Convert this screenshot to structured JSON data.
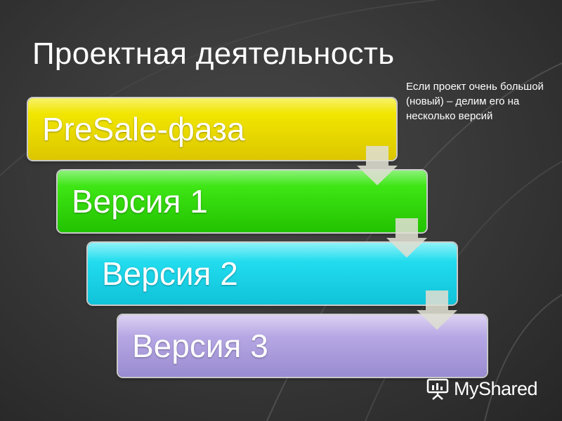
{
  "slide": {
    "title": "Проектная деятельность",
    "note": "Если проект очень большой (новый) – делим его на несколько версий"
  },
  "steps": [
    {
      "label": "PreSale-фаза",
      "color": "#f1e600"
    },
    {
      "label": "Версия 1",
      "color": "#3fe615"
    },
    {
      "label": "Версия 2",
      "color": "#22dcee"
    },
    {
      "label": "Версия 3",
      "color": "#b6a7e4"
    }
  ],
  "arrows": {
    "icon": "down-arrow-icon"
  },
  "watermark": {
    "icon": "presentation-icon",
    "text": "MyShared"
  }
}
